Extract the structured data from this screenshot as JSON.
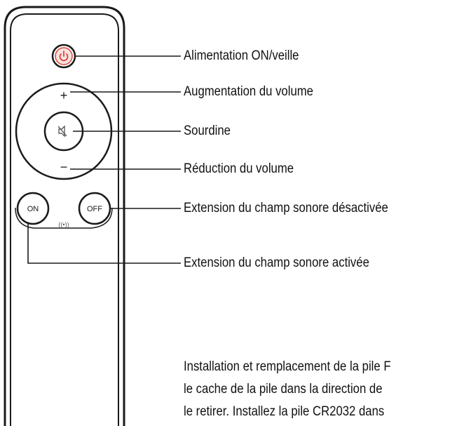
{
  "remote": {
    "on_button": "ON",
    "off_button": "OFF",
    "volume_up_symbol": "+",
    "volume_down_symbol": "−",
    "mute_symbol": "🔇",
    "power_symbol": "⏻",
    "sound_field_glyph": "((•))"
  },
  "labels": [
    "Alimentation ON/veille",
    "Augmentation du volume",
    "Sourdine",
    "Réduction du volume",
    "Extension du champ sonore désactivée",
    "Extension du champ sonore activée"
  ],
  "instructions": [
    "Installation et remplacement de la pile F",
    "le cache de la pile dans la direction de",
    "le retirer. Installez la pile CR2032 dans"
  ],
  "colors": {
    "power_red": "#e0453c",
    "line": "#1a1a1a"
  }
}
